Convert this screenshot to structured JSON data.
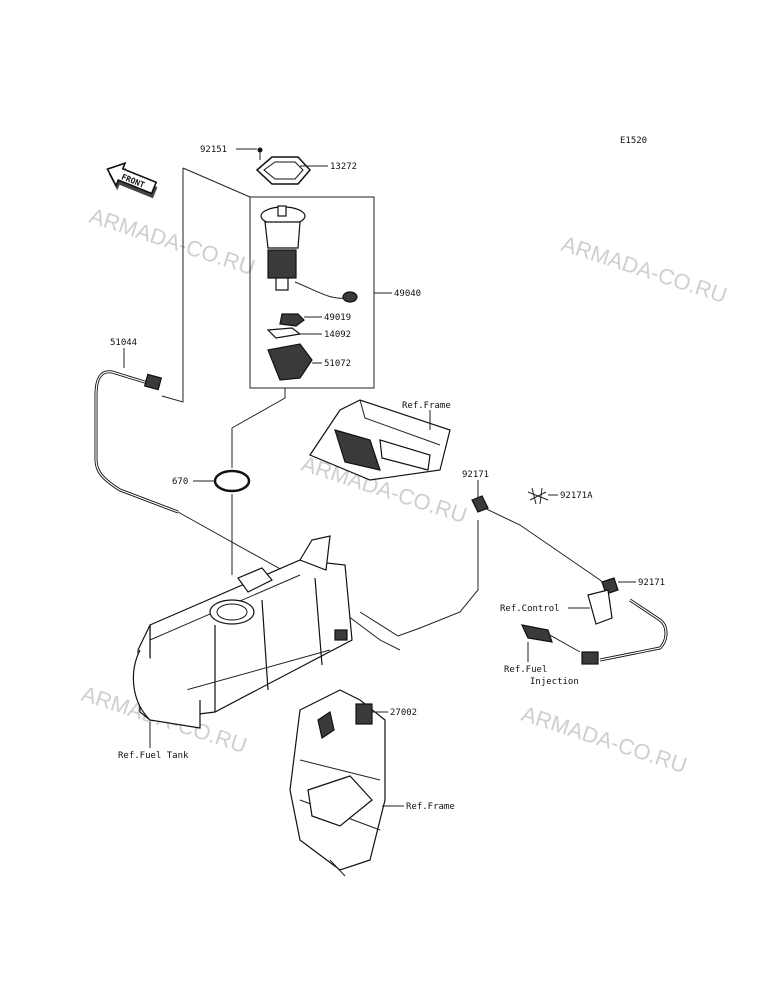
{
  "diagram_code": "E1520",
  "front_label": "FRONT",
  "watermark": "ARMADA-CO.RU",
  "parts": {
    "p92151": "92151",
    "p13272": "13272",
    "p49040": "49040",
    "p49019": "49019",
    "p14092": "14092",
    "p51072": "51072",
    "p51044": "51044",
    "p670": "670",
    "p92171_a": "92171",
    "p92171a": "92171A",
    "p92171_b": "92171",
    "p27002": "27002"
  },
  "refs": {
    "frame_top": "Ref.Frame",
    "control": "Ref.Control",
    "fuel_injection_1": "Ref.Fuel",
    "fuel_injection_2": "Injection",
    "fuel_tank": "Ref.Fuel Tank",
    "frame_bottom": "Ref.Frame"
  }
}
